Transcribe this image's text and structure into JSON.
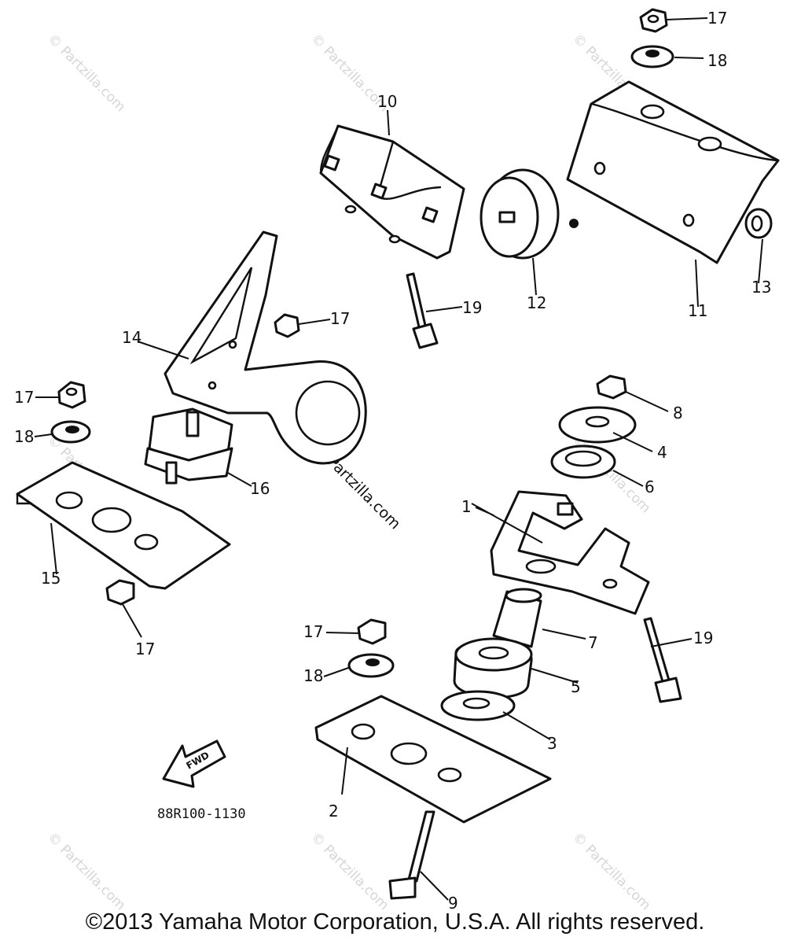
{
  "diagram": {
    "code": "88R100-1130",
    "forward_label": "FWD",
    "watermark": "© Partzilla.com",
    "center_watermark": "© Partzilla.com",
    "callouts": [
      "1",
      "2",
      "3",
      "4",
      "5",
      "6",
      "7",
      "8",
      "9",
      "10",
      "11",
      "12",
      "13",
      "14",
      "15",
      "16",
      "17",
      "18",
      "19"
    ],
    "copyright": "©2013 Yamaha Motor Corporation, U.S.A. All rights reserved."
  }
}
